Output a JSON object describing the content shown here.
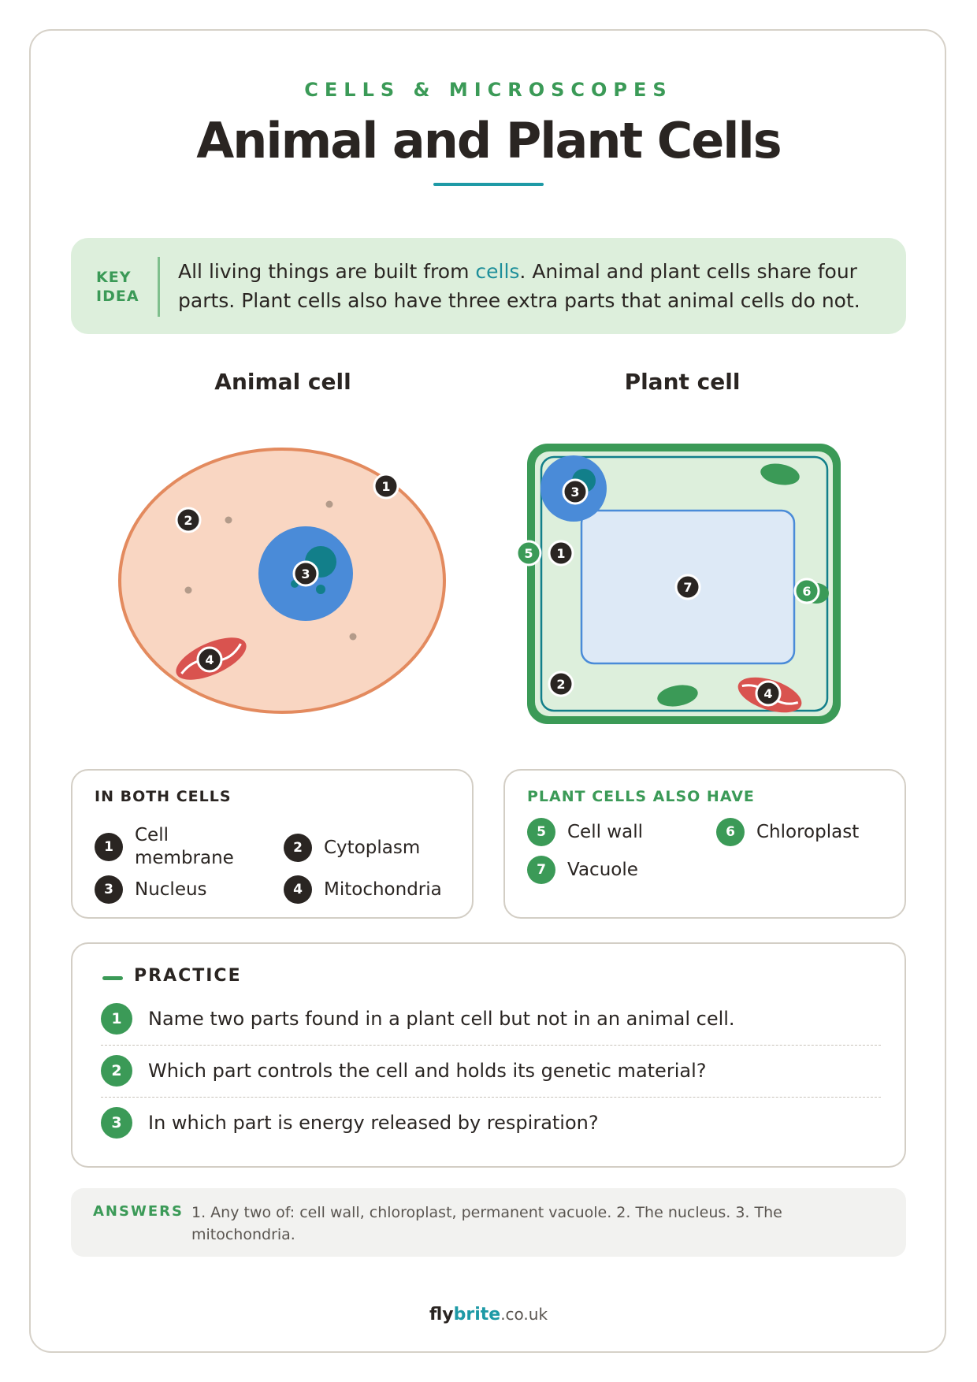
{
  "header": {
    "kicker": "CELLS & MICROSCOPES",
    "title": "Animal and Plant Cells"
  },
  "key_idea": {
    "tag_line1": "KEY",
    "tag_line2": "IDEA",
    "text_before": "All living things are built from ",
    "highlight": "cells",
    "text_after": ". Animal and plant cells share four parts. Plant cells also have three extra parts that animal cells do not."
  },
  "diagrams": {
    "animal_title": "Animal cell",
    "plant_title": "Plant cell",
    "markers": [
      "1",
      "2",
      "3",
      "4",
      "5",
      "6",
      "7"
    ]
  },
  "both_cells": {
    "heading": "IN BOTH CELLS",
    "items": [
      {
        "num": "1",
        "label_line1": "Cell",
        "label_line2": "membrane"
      },
      {
        "num": "2",
        "label": "Cytoplasm"
      },
      {
        "num": "3",
        "label": "Nucleus"
      },
      {
        "num": "4",
        "label": "Mitochondria"
      }
    ]
  },
  "plant_only": {
    "heading": "PLANT CELLS ALSO HAVE",
    "items": [
      {
        "num": "5",
        "label": "Cell wall"
      },
      {
        "num": "6",
        "label": "Chloroplast"
      },
      {
        "num": "7",
        "label": "Vacuole"
      }
    ]
  },
  "practice": {
    "heading": "PRACTICE",
    "questions": [
      {
        "num": "1",
        "text": "Name two parts found in a plant cell but not in an animal cell."
      },
      {
        "num": "2",
        "text": "Which part controls the cell and holds its genetic material?"
      },
      {
        "num": "3",
        "text": "In which part is energy released by respiration?"
      }
    ]
  },
  "answers": {
    "tag": "ANSWERS",
    "text": "1. Any two of: cell wall, chloroplast, permanent vacuole. 2. The nucleus. 3. The mitochondria."
  },
  "footer": {
    "part1": "fly",
    "part2": "brite",
    "part3": ".co.uk"
  },
  "colors": {
    "accent_green": "#3b9a57",
    "accent_teal": "#1e9aa6",
    "cytoplasm_animal": "#f9d6c2",
    "membrane_animal": "#e38a5e",
    "nucleus": "#4a8bd8",
    "mitochondria": "#d9534f",
    "cell_wall": "#3b9a57",
    "vacuole": "#dde9f6"
  }
}
